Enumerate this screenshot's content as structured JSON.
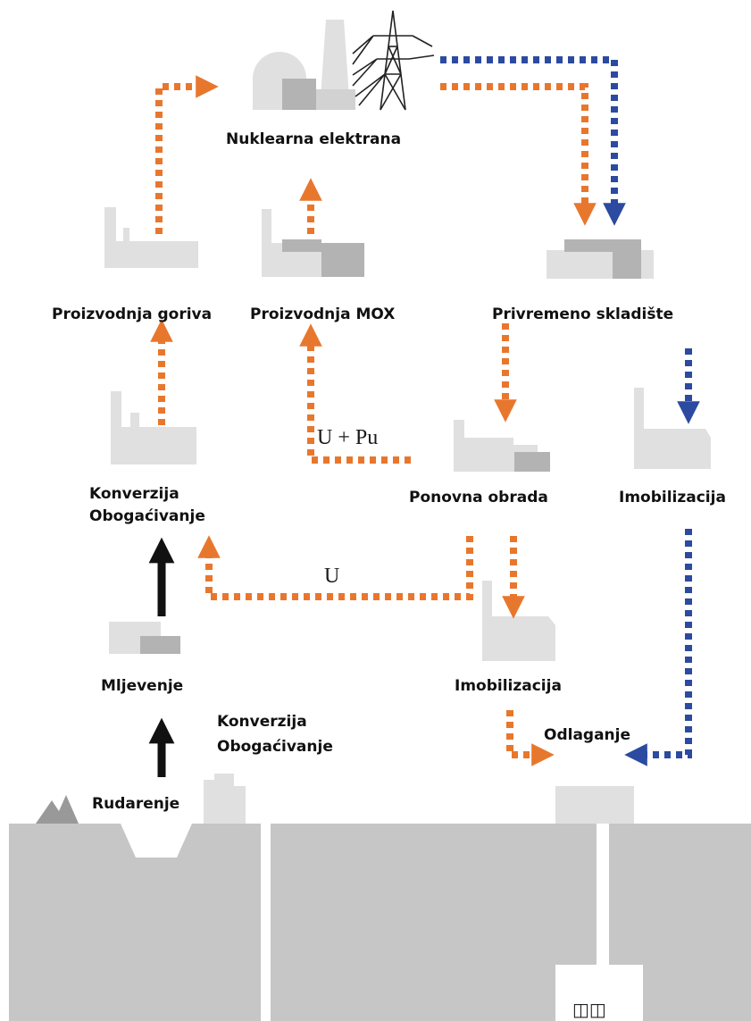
{
  "colors": {
    "orange_flow": "#e8772e",
    "blue_flow": "#2b4aa0",
    "black_flow": "#111111",
    "ground": "#c6c6c6",
    "building_light": "#e0e0e0",
    "building_dark": "#b3b3b3"
  },
  "labels": {
    "nuclear_plant": "Nuklearna elektrana",
    "fuel_production": "Proizvodnja goriva",
    "mox_production": "Proizvodnja MOX",
    "interim_storage": "Privremeno skladište",
    "conversion_1": "Konverzija",
    "enrichment_1": "Obogaćivanje",
    "reprocessing": "Ponovna obrada",
    "immobilization_right": "Imobilizacija",
    "milling": "Mljevenje",
    "immobilization_center": "Imobilizacija",
    "conversion_2": "Konverzija",
    "enrichment_2": "Obogaćivanje",
    "disposal": "Odlaganje",
    "mining": "Rudarenje"
  },
  "flows": {
    "u_pu": "U + Pu",
    "u": "U"
  },
  "icons": {
    "canister_glyph": "◫◫"
  }
}
